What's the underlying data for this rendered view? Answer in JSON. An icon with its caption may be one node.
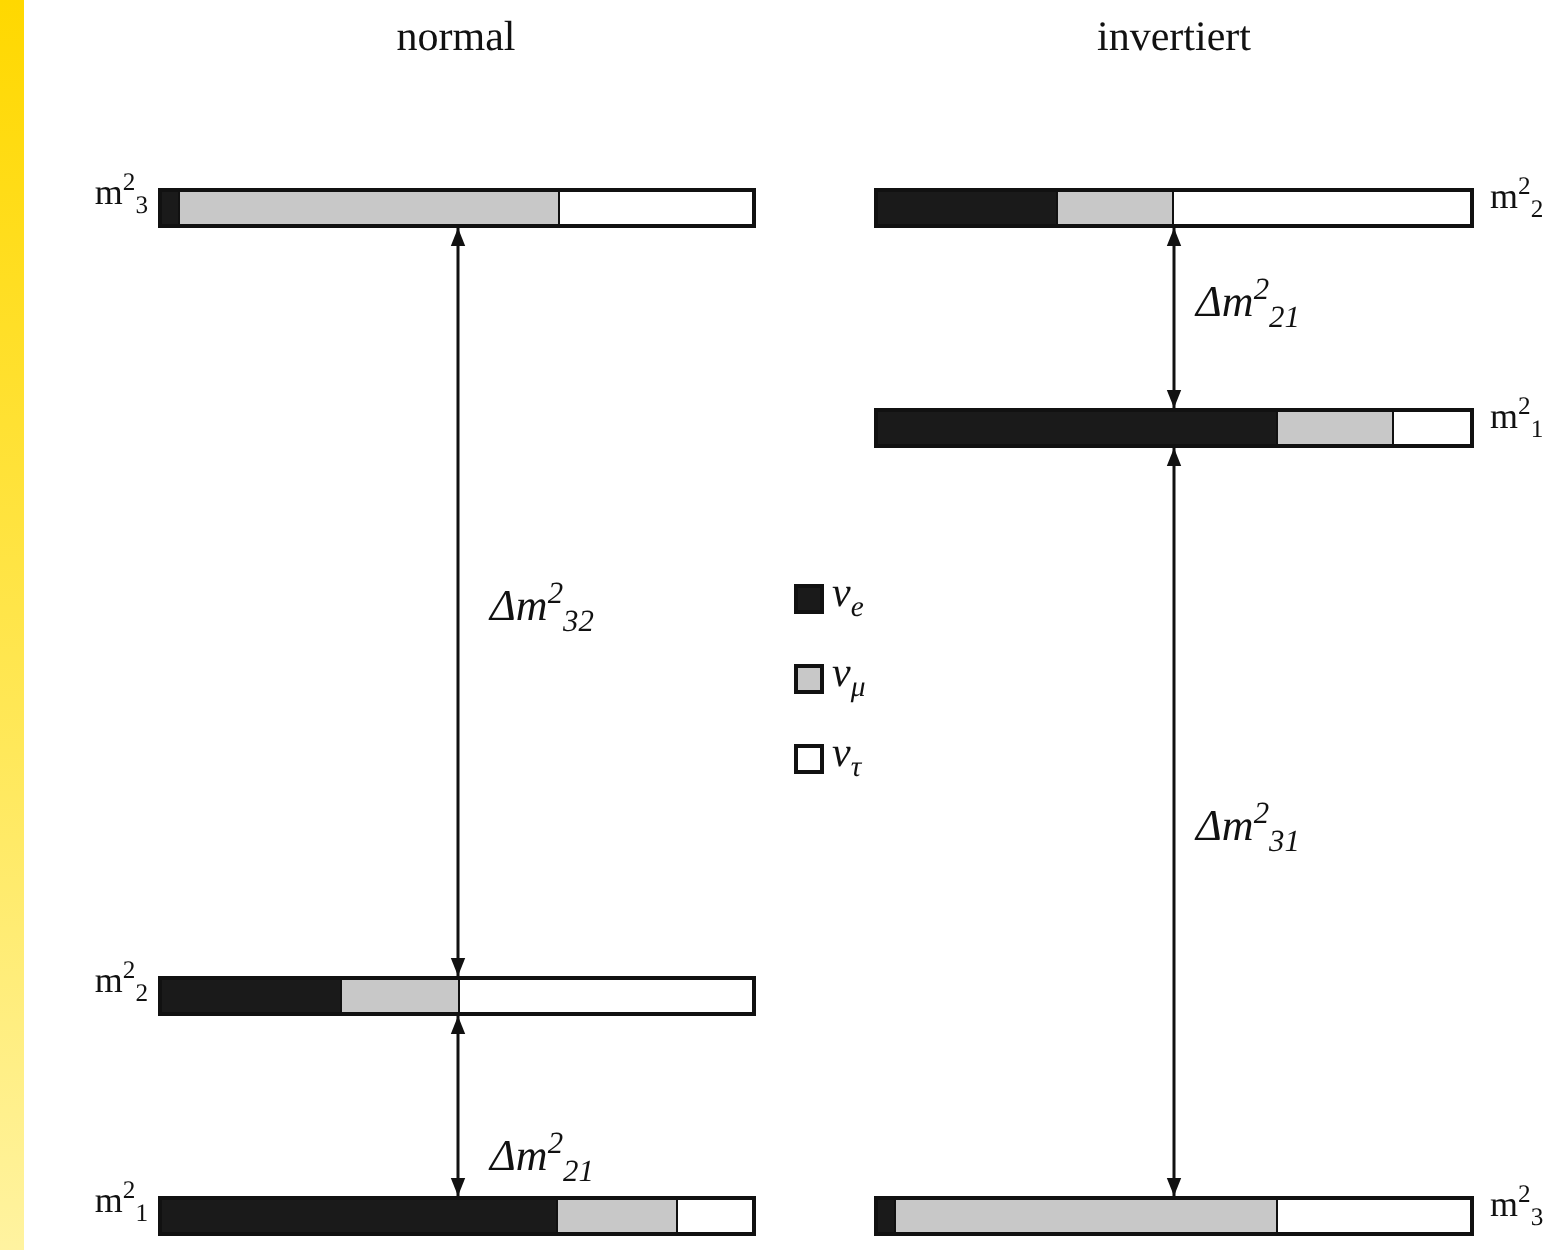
{
  "diagram": {
    "nodes": [
      {
        "text": [],
        "shape": "bar",
        "beside": [
          "m$^{2}$$_{3}$"
        ]
      },
      {
        "text": [],
        "shape": "bar",
        "beside": [
          "m$^{2}$$_{2}$"
        ]
      },
      {
        "text": [],
        "shape": "bar",
        "beside": [
          "m$^{2}$$_{1}$"
        ]
      },
      {
        "text": [],
        "shape": "bar",
        "beside": [
          "m$^{2}$$_{2}$"
        ]
      },
      {
        "text": [],
        "shape": "bar",
        "beside": [
          "m$^{2}$$_{1}$"
        ]
      },
      {
        "text": [],
        "shape": "bar",
        "beside": [
          "m$^{2}$$_{3}$"
        ]
      }
    ],
    "edges": [
      {
        "from": 0,
        "to": 1,
        "arrow": "both",
        "label": "Δm$^{2}$$_{32}$"
      },
      {
        "from": 1,
        "to": 2,
        "arrow": "both",
        "label": "Δm$^{2}$$_{21}$"
      },
      {
        "from": 3,
        "to": 4,
        "arrow": "both",
        "label": "Δm$^{2}$$_{21}$"
      },
      {
        "from": 4,
        "to": 5,
        "arrow": "both",
        "label": "Δm$^{2}$$_{31}$"
      }
    ],
    "labels": [
      "normal",
      "invertiert"
    ],
    "legend": [
      {
        "text": "ν$_{e}$",
        "color": "#1a1a1a"
      },
      {
        "text": "ν$_{μ}$",
        "color": "#c8c8c8"
      },
      {
        "text": "ν$_{τ}$",
        "color": "#ffffff"
      }
    ]
  }
}
